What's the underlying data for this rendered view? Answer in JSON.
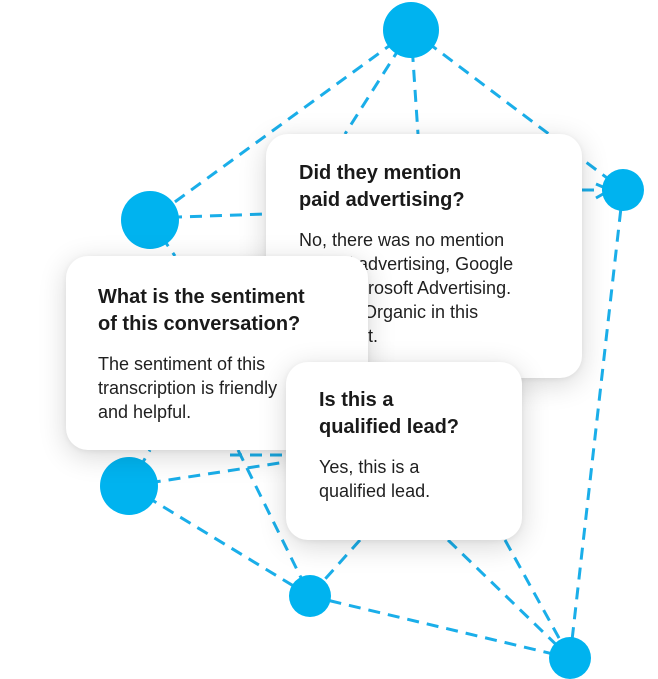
{
  "colors": {
    "node": "#00b3ef",
    "edge": "#1aaee9",
    "card_background": "#ffffff",
    "text": "#1a1a1a"
  },
  "cards": [
    {
      "id": "paid-advertising",
      "question": "Did they mention\npaid advertising?",
      "answer": "No, there was no mention\nof paid advertising, Google\nAds, Microsoft Advertising.\nSEO or Organic in this\ntranscript."
    },
    {
      "id": "sentiment",
      "question": "What is the sentiment\nof this conversation?",
      "answer": "The sentiment of this\ntranscription is friendly\nand helpful."
    },
    {
      "id": "qualified-lead",
      "question": "Is this a\nqualified lead?",
      "answer": "Yes, this is a\nqualified lead."
    }
  ]
}
